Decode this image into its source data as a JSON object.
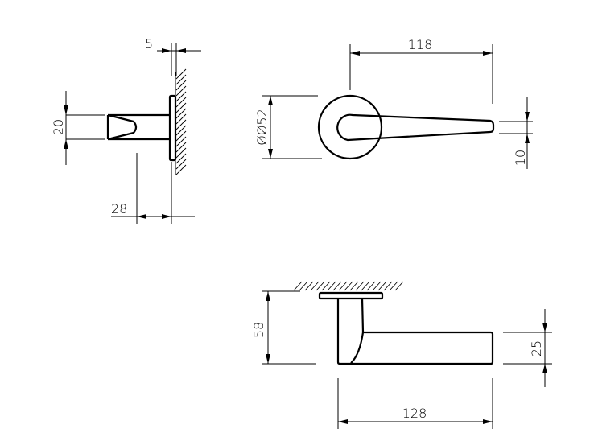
{
  "drawing": {
    "side_view": {
      "dim_rose_thickness": "5",
      "dim_lever_height": "20",
      "dim_projection": "28"
    },
    "top_view": {
      "dim_lever_length": "118",
      "dim_rose_diameter": "ØØ52",
      "dim_lever_tip": "10"
    },
    "front_view": {
      "dim_projection": "58",
      "dim_lever_height": "25",
      "dim_lever_length": "128"
    }
  }
}
